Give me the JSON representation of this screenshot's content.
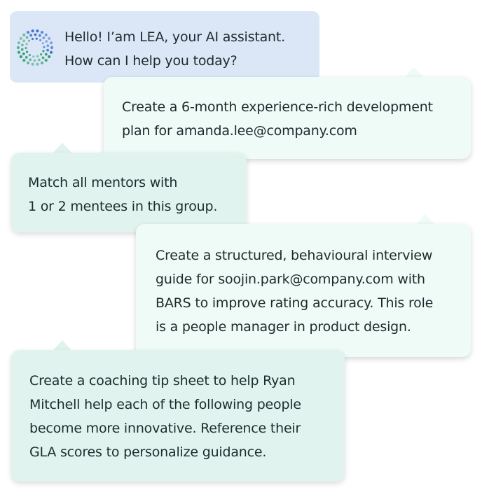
{
  "assistant": {
    "logo_icon": "dotted-ring-logo-icon",
    "greeting": "Hello! I’am LEA, your AI assistant.\nHow can I help you today?"
  },
  "prompts": [
    {
      "text": "Create a 6-month experience-rich development\nplan for amanda.lee@company.com"
    },
    {
      "text": "Match all mentors with\n1 or 2 mentees in this group."
    },
    {
      "text": "Create a structured, behavioural interview\nguide for soojin.park@company.com with\nBARS to improve rating accuracy. This role\nis a people manager in product design."
    },
    {
      "text": "Create a coaching tip sheet to help Ryan\nMitchell help each of the following people\nbecome more innovative. Reference their\nGLA scores to personalize guidance."
    }
  ],
  "colors": {
    "greeting_bg": "#dbe7f7",
    "prompt_light_bg": "#eefbf6",
    "prompt_teal_bg": "#e1f3ee",
    "logo_blue": "#3d6fd0",
    "logo_green": "#2f9e6e"
  }
}
